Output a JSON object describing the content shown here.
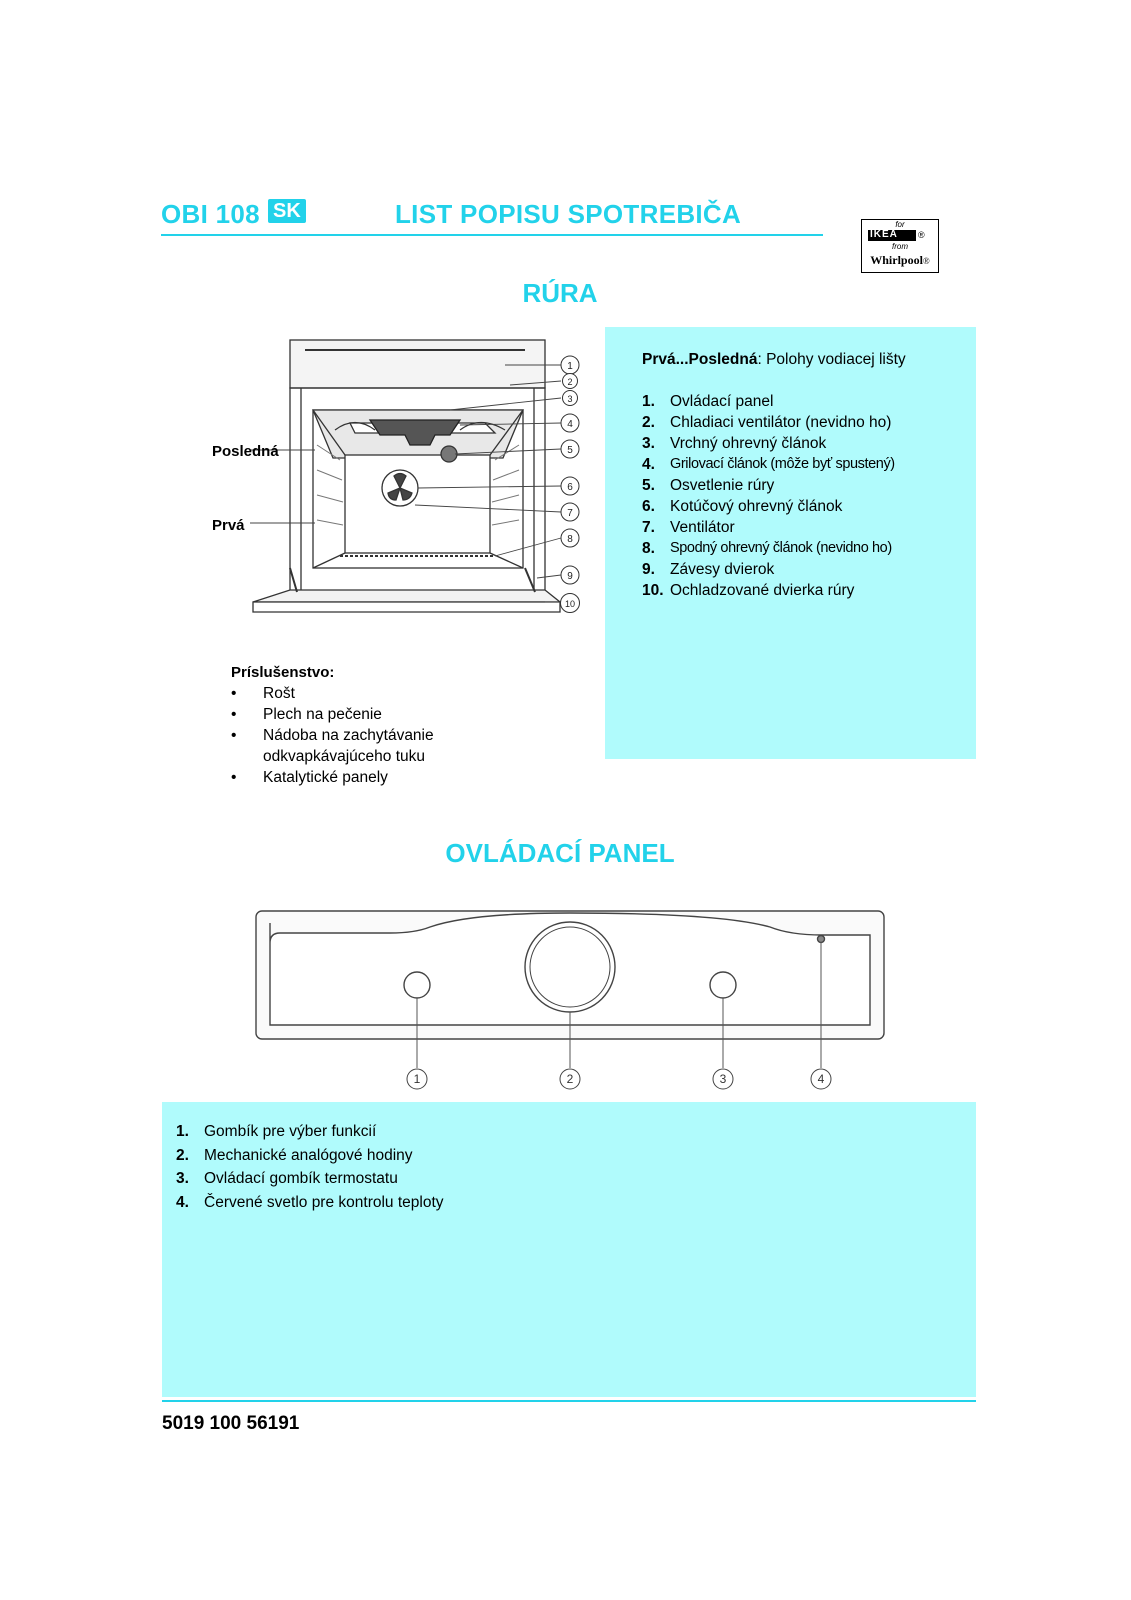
{
  "header": {
    "model": "OBI 108",
    "lang_badge": "SK",
    "title": "LIST POPISU SPOTREBIČA"
  },
  "logo": {
    "for": "for",
    "ikea": "IKEA",
    "from": "from",
    "whirlpool": "Whirlpool",
    "reg": "®"
  },
  "oven": {
    "title": "RÚRA",
    "label_last": "Posledná",
    "label_first": "Prvá",
    "callouts": [
      "1",
      "2",
      "3",
      "4",
      "5",
      "6",
      "7",
      "8",
      "9",
      "10"
    ],
    "legend_bold": "Prvá...Posledná",
    "legend_rest": ": Polohy vodiacej lišty",
    "parts": [
      {
        "num": "1.",
        "text": "Ovládací panel"
      },
      {
        "num": "2.",
        "text": "Chladiaci ventilátor (nevidno ho)"
      },
      {
        "num": "3.",
        "text": "Vrchný ohrevný článok"
      },
      {
        "num": "4.",
        "text": "Grilovací článok (môže byť spustený)"
      },
      {
        "num": "5.",
        "text": "Osvetlenie rúry"
      },
      {
        "num": "6.",
        "text": "Kotúčový ohrevný článok"
      },
      {
        "num": "7.",
        "text": "Ventilátor"
      },
      {
        "num": "8.",
        "text": "Spodný ohrevný článok (nevidno ho)"
      },
      {
        "num": "9.",
        "text": "Závesy dvierok"
      },
      {
        "num": "10.",
        "text": "Ochladzované dvierka rúry"
      }
    ],
    "accessories_title": "Príslušenstvo:",
    "bullet": "•",
    "accessories": [
      "Rošt",
      "Plech na pečenie",
      "Nádoba na zachytávanie",
      "Katalytické panely"
    ],
    "accessory_continuation": "odkvapkávajúceho tuku"
  },
  "control": {
    "title": "OVLÁDACÍ PANEL",
    "callouts": [
      "1",
      "2",
      "3",
      "4"
    ],
    "parts": [
      {
        "num": "1.",
        "text": "Gombík pre výber funkcií"
      },
      {
        "num": "2.",
        "text": "Mechanické analógové hodiny"
      },
      {
        "num": "3.",
        "text": "Ovládací gombík termostatu"
      },
      {
        "num": "4.",
        "text": "Červené svetlo pre kontrolu teploty"
      }
    ]
  },
  "footer": {
    "code": "5019 100 56191"
  },
  "colors": {
    "accent": "#22d2ea",
    "panel_bg": "#b0fbfc"
  }
}
